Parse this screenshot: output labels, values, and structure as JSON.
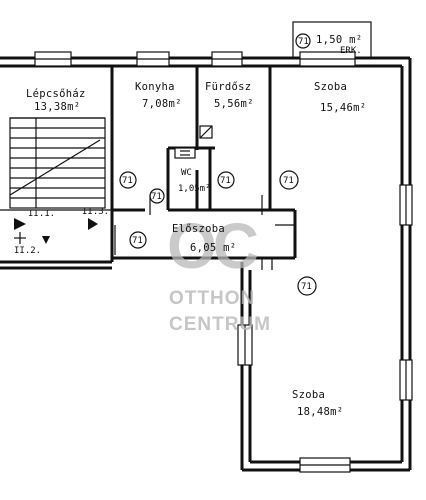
{
  "rooms": {
    "stair": {
      "name": "Lépcsőház",
      "area": "13,38m²"
    },
    "kitchen": {
      "name": "Konyha",
      "area": "7,08m²"
    },
    "bath": {
      "name": "Fürdősz",
      "area": "5,56m²"
    },
    "room1": {
      "name": "Szoba",
      "area": "15,46m²"
    },
    "wc": {
      "name": "WC",
      "area": "1,05m²"
    },
    "hall": {
      "name": "Előszoba",
      "area": "6,05 m²"
    },
    "room2": {
      "name": "Szoba",
      "area": "18,48m²"
    },
    "balcony": {
      "tag": "71",
      "area": "1,50 m²",
      "label": "ERK."
    }
  },
  "tags": [
    "71",
    "71",
    "71",
    "71",
    "71",
    "71"
  ],
  "levels": {
    "left": "II.1.",
    "right": "II.3.",
    "bottom": "II.2."
  },
  "watermark": {
    "logo": "OC",
    "line1": "OTTHON",
    "line2": "CENTRUM"
  }
}
